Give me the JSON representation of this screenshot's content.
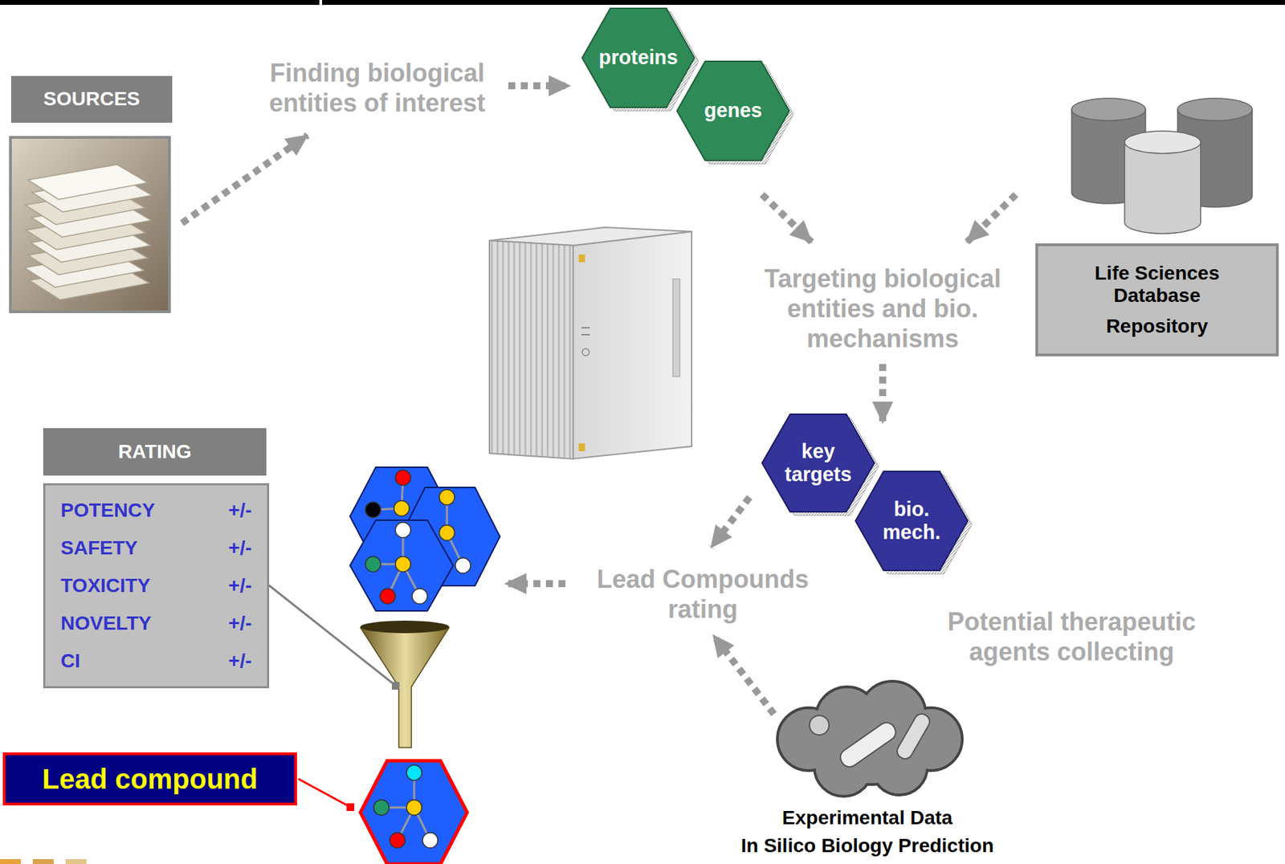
{
  "diagram": {
    "nodes": [
      {
        "text": [
          "SOURCES"
        ]
      },
      {
        "text": [
          "proteins"
        ]
      },
      {
        "text": [
          "genes"
        ]
      },
      {
        "text": [
          "Life Sciences Database",
          "Repository"
        ]
      },
      {
        "text": [
          "key targets"
        ]
      },
      {
        "text": [
          "bio. mech."
        ]
      },
      {
        "text": [
          "RATING"
        ]
      },
      {
        "text": [
          "POTENCY",
          "+/-",
          "SAFETY",
          "+/-",
          "TOXICITY",
          "+/-",
          "NOVELTY",
          "+/-",
          "CI",
          "+/-"
        ]
      },
      {
        "text": [
          "Lead compound"
        ]
      }
    ],
    "labels": [
      "Finding biological entities of interest",
      "Targeting biological entities and bio. mechanisms",
      "Lead Compounds rating",
      "Potential therapeutic agents collecting",
      "Experimental Data",
      "In Silico Biology Prediction"
    ]
  }
}
